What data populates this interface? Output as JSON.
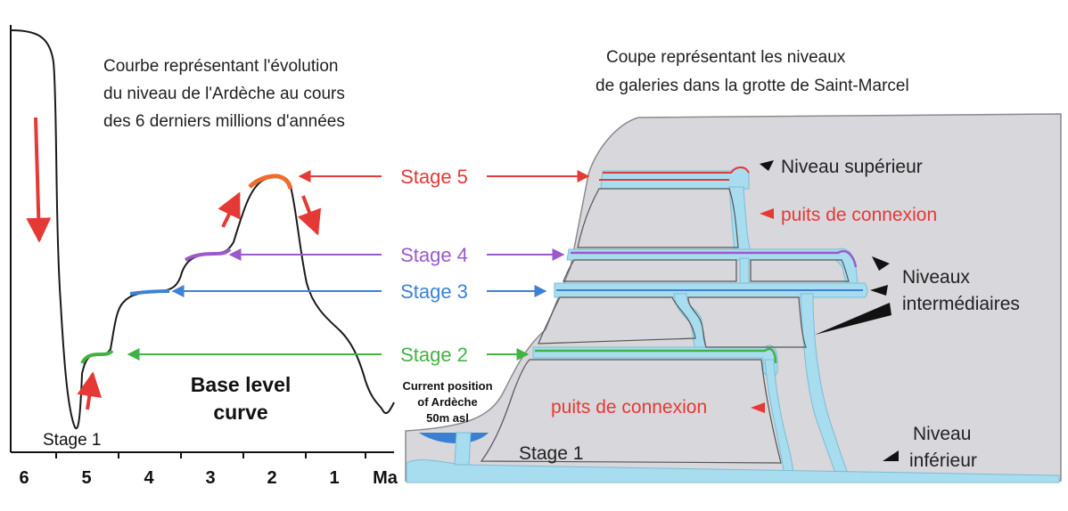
{
  "left_panel": {
    "title_lines": [
      "Courbe représentant l'évolution",
      "du niveau de l'Ardèche au cours",
      "des 6 derniers millions d'années"
    ],
    "curve_label_lines": [
      "Base level",
      "curve"
    ],
    "stage1_label": "Stage 1",
    "axis": {
      "ticks": [
        "6",
        "5",
        "4",
        "3",
        "2",
        "1"
      ],
      "unit": "Ma"
    }
  },
  "right_panel": {
    "title_lines": [
      "Coupe représentant les niveaux",
      "de galeries dans la grotte de Saint-Marcel"
    ],
    "labels": {
      "niveau_superieur": "Niveau supérieur",
      "puits_top": "puits de connexion",
      "niveaux_intermediaires": [
        "Niveaux",
        "intermédiaires"
      ],
      "puits_bottom": "puits de connexion",
      "current_position": [
        "Current position",
        "of Ardèche",
        "50m asl"
      ],
      "stage1": "Stage 1",
      "niveau_inferieur": [
        "Niveau",
        "inférieur"
      ]
    }
  },
  "stages": [
    {
      "label": "Stage 5",
      "color": "#e53935"
    },
    {
      "label": "Stage 4",
      "color": "#9b59c9"
    },
    {
      "label": "Stage 3",
      "color": "#3b82d6"
    },
    {
      "label": "Stage 2",
      "color": "#43b244"
    }
  ],
  "colors": {
    "rock": "#d7d7dc",
    "gallery": "#a8dcef",
    "river": "#3a7fd0",
    "curve": "#1a1a1a",
    "arrow_red": "#e53935"
  }
}
